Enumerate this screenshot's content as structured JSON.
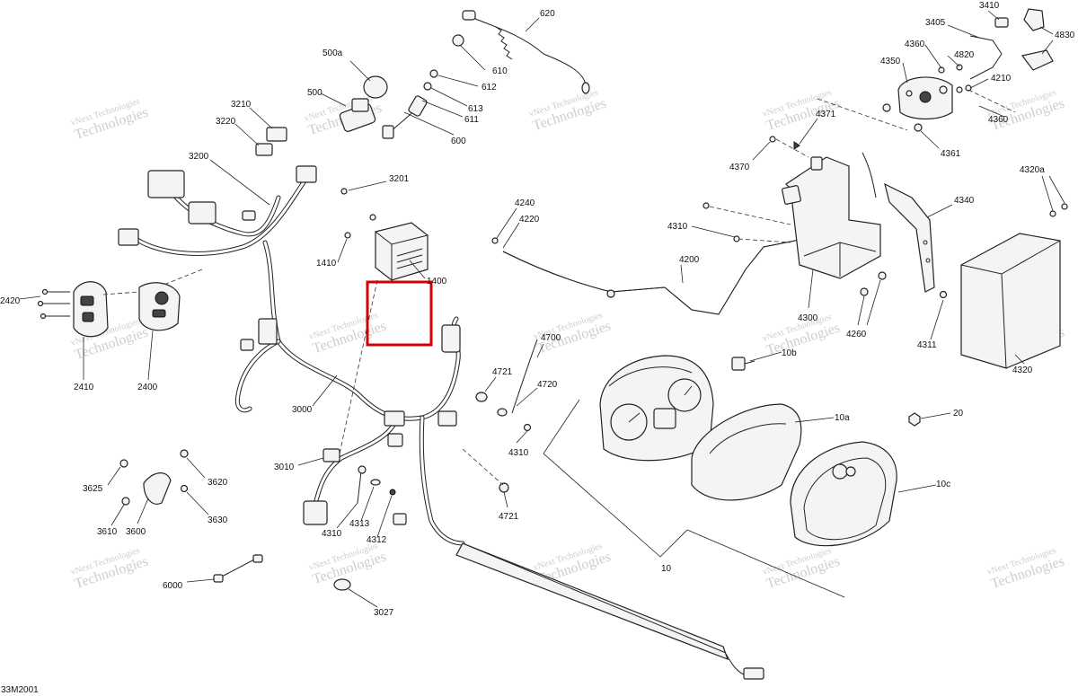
{
  "diagram_code": "33M2001",
  "watermark": {
    "line1": "vNext Technologies",
    "line2": "Technologies"
  },
  "highlight_color": "#d40000",
  "labels": {
    "l620": "620",
    "l610": "610",
    "l612": "612",
    "l613": "613",
    "l611": "611",
    "l600": "600",
    "l500a": "500a",
    "l500": "500",
    "l3210": "3210",
    "l3220": "3220",
    "l3200": "3200",
    "l3201": "3201",
    "l1410": "1410",
    "l1400": "1400",
    "l2420": "2420",
    "l2410": "2410",
    "l2400": "2400",
    "l3000": "3000",
    "l3010": "3010",
    "l3625": "3625",
    "l3620": "3620",
    "l3610": "3610",
    "l3600": "3600",
    "l3630": "3630",
    "l6000": "6000",
    "l3027": "3027",
    "l4310a": "4310",
    "l4313": "4313",
    "l4312": "4312",
    "l4721a": "4721",
    "l4700": "4700",
    "l4720": "4720",
    "l4310b": "4310",
    "l4721b": "4721",
    "l4240": "4240",
    "l4220": "4220",
    "l4200": "4200",
    "l4310c": "4310",
    "l4370": "4370",
    "l4371": "4371",
    "l4300": "4300",
    "l4260": "4260",
    "l3410": "3410",
    "l4830": "4830",
    "l3405": "3405",
    "l4360a": "4360",
    "l4820": "4820",
    "l4350": "4350",
    "l4210": "4210",
    "l4360b": "4360",
    "l4361": "4361",
    "l4320a": "4320a",
    "l4340": "4340",
    "l4311": "4311",
    "l4320": "4320",
    "l10b": "10b",
    "l10a": "10a",
    "l20": "20",
    "l10c": "10c",
    "l10": "10"
  }
}
